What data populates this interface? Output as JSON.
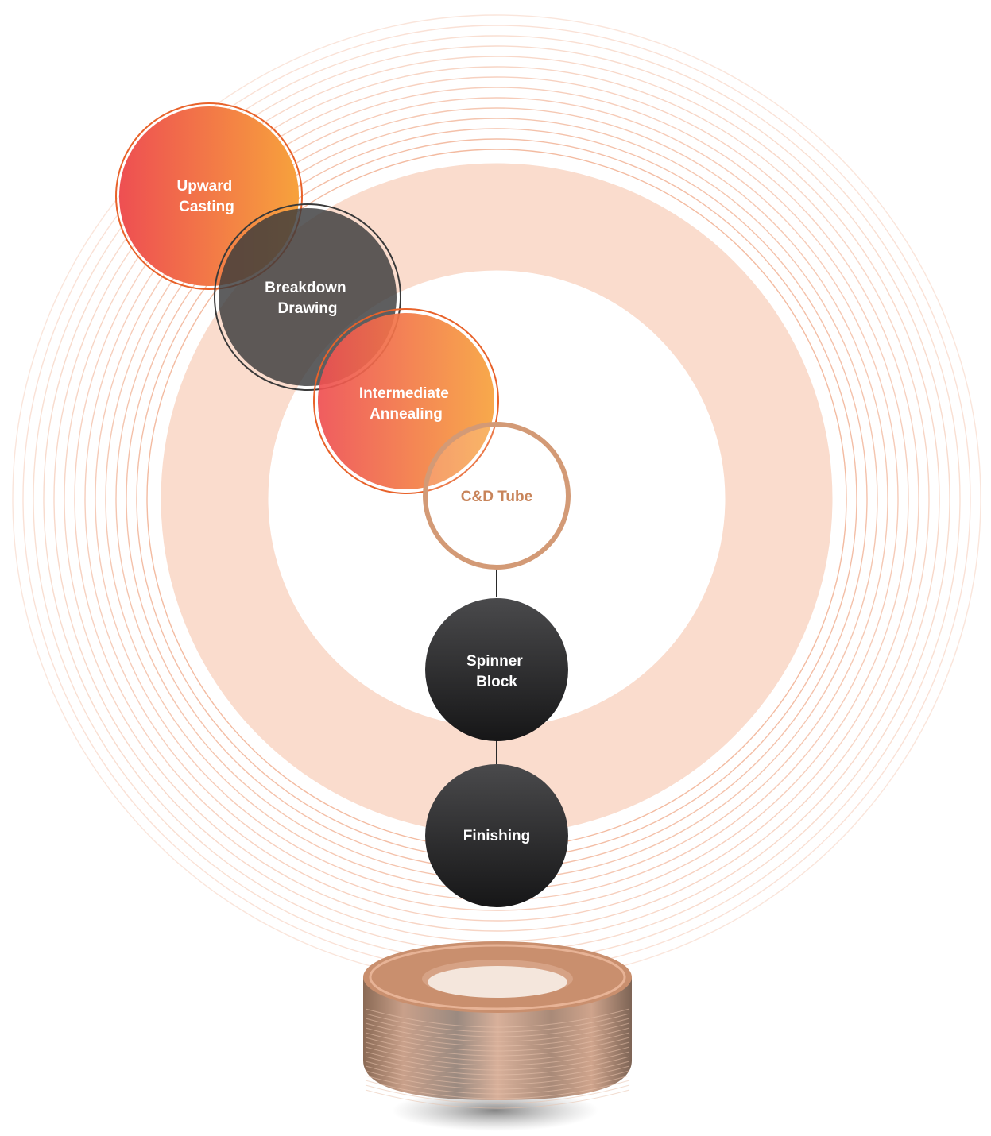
{
  "diagram": {
    "steps": [
      {
        "id": "upward-casting",
        "lines": [
          "Upward",
          "Casting"
        ],
        "style": "orange",
        "text_color": "#ffffff"
      },
      {
        "id": "breakdown-drawing",
        "lines": [
          "Breakdown",
          "Drawing"
        ],
        "style": "dark-translucent",
        "text_color": "#ffffff"
      },
      {
        "id": "intermediate-annealing",
        "lines": [
          "Intermediate",
          "Annealing"
        ],
        "style": "orange",
        "text_color": "#ffffff"
      },
      {
        "id": "cd-tube",
        "lines": [
          "C&D Tube"
        ],
        "style": "outline",
        "text_color": "#c8845a"
      },
      {
        "id": "spinner-block",
        "lines": [
          "Spinner",
          "Block"
        ],
        "style": "dark",
        "text_color": "#ffffff"
      },
      {
        "id": "finishing",
        "lines": [
          "Finishing"
        ],
        "style": "dark",
        "text_color": "#ffffff"
      }
    ],
    "product_image": "copper-tube-coil"
  },
  "colors": {
    "orange_start": "#ee4f52",
    "orange_end": "#f7a23c",
    "orange_ring": "#e8622a",
    "dark_top": "#4a4a4c",
    "dark_bottom": "#161617",
    "ring_line": "#f2b79c",
    "peach_band": "#fadccd",
    "cd_tube_ring": "#d39a76",
    "connector": "#2a2a2a"
  }
}
